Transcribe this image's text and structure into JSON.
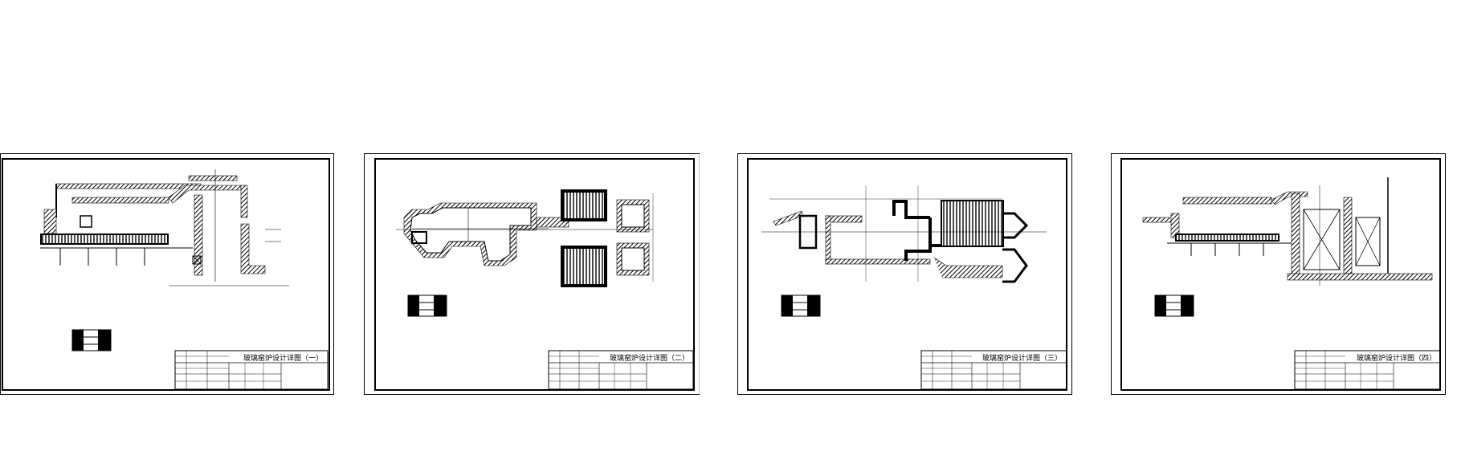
{
  "sheets": [
    {
      "title": "玻璃窑炉设计详图（一）"
    },
    {
      "title": "玻璃窑炉设计详图（二）"
    },
    {
      "title": "玻璃窑炉设计详图（三）"
    },
    {
      "title": "玻璃窑炉设计详图（四）"
    }
  ],
  "colors": {
    "ink": "#000000",
    "paper": "#ffffff"
  }
}
